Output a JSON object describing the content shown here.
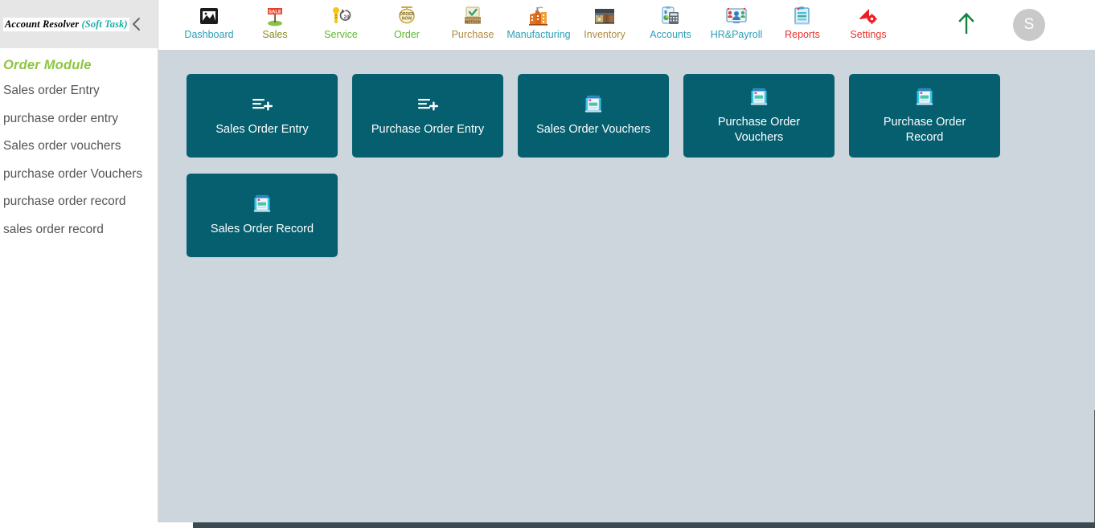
{
  "sidebar": {
    "brand_main": "Account Resolver",
    "brand_sub": "(Soft Task)",
    "collapse_icon": "chevron-left-icon",
    "module_title": "Order Module",
    "links": [
      {
        "label": "Sales order Entry"
      },
      {
        "label": "purchase order entry"
      },
      {
        "label": "Sales order vouchers"
      },
      {
        "label": "purchase order Vouchers"
      },
      {
        "label": "purchase order record"
      },
      {
        "label": "sales order record"
      }
    ]
  },
  "topnav": {
    "items": [
      {
        "label": "Dashboard",
        "icon": "dashboard-icon",
        "color": "#2a9fb5"
      },
      {
        "label": "Sales",
        "icon": "sale-sign-icon",
        "color": "#8a8a1f"
      },
      {
        "label": "Service",
        "icon": "wrench-24h-icon",
        "color": "#5cb82e"
      },
      {
        "label": "Order",
        "icon": "order-now-icon",
        "color": "#5cb82e"
      },
      {
        "label": "Purchase",
        "icon": "in-stock-box-icon",
        "color": "#b08a3c"
      },
      {
        "label": "Manufacturing",
        "icon": "factory-icon",
        "color": "#2a9fb5"
      },
      {
        "label": "Inventory",
        "icon": "warehouse-icon",
        "color": "#b08a3c"
      },
      {
        "label": "Accounts",
        "icon": "calculator-icon",
        "color": "#2a9fb5"
      },
      {
        "label": "HR&Payroll",
        "icon": "people-screen-icon",
        "color": "#2a9fb5"
      },
      {
        "label": "Reports",
        "icon": "report-icon",
        "color": "#e8322c"
      },
      {
        "label": "Settings",
        "icon": "settings-gear-icon",
        "color": "#e8322c"
      }
    ],
    "up_arrow_icon": "arrow-up-icon",
    "avatar_initial": "S"
  },
  "main": {
    "background_color": "#ccd6dc",
    "tile_color": "#055f6e",
    "tiles": [
      {
        "label": "Sales Order Entry",
        "icon": "list-plus-icon"
      },
      {
        "label": "Purchase Order Entry",
        "icon": "list-plus-icon"
      },
      {
        "label": "Sales Order Vouchers",
        "icon": "ledger-icon"
      },
      {
        "label": "Purchase Order Vouchers",
        "icon": "ledger-icon"
      },
      {
        "label": "Purchase Order Record",
        "icon": "ledger-icon"
      },
      {
        "label": "Sales Order Record",
        "icon": "ledger-icon"
      }
    ]
  }
}
